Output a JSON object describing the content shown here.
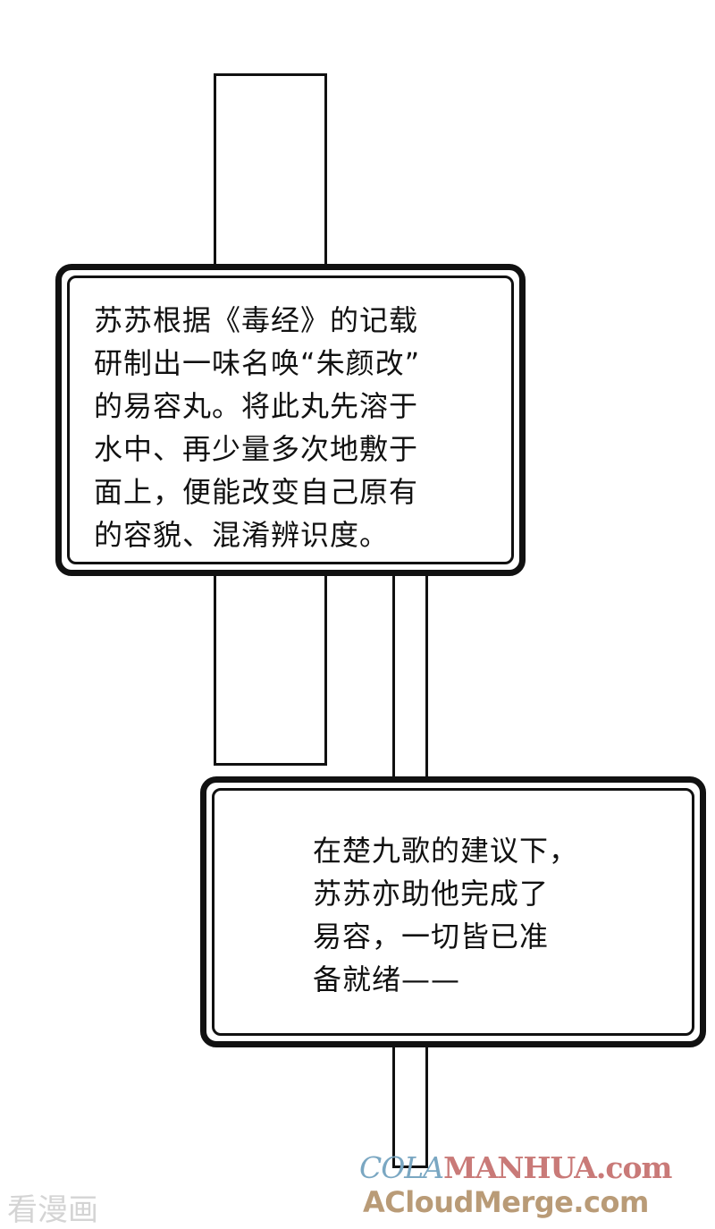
{
  "caption_1": {
    "lines": [
      "苏苏根据《毒经》的记载",
      "研制出一味名唤“朱颜改”",
      "的易容丸。将此丸先溶于",
      "水中、再少量多次地敷于",
      "面上，便能改变自己原有",
      "的容貌、混淆辨识度。"
    ]
  },
  "caption_2": {
    "lines": [
      "在楚九歌的建议下，",
      "苏苏亦助他完成了",
      "易容，一切皆已准",
      "备就绪——"
    ]
  },
  "watermarks": {
    "left": "看漫画",
    "cola_part": "COLA",
    "manhua_part": "MANHUA.com",
    "acloud": "ACloudMerge.com"
  },
  "colors": {
    "ink": "#111111",
    "cola": "#7aa7c2",
    "manhua": "#c97a78",
    "acloud": "#b99b77",
    "left_wm": "#d4d4d4"
  }
}
